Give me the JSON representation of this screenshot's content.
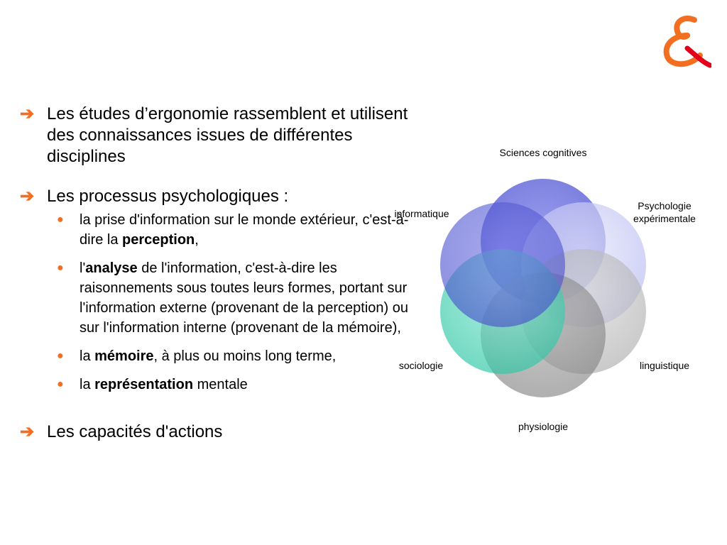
{
  "bullets": [
    {
      "text": "Les études d’ergonomie rassemblent et utilisent des connaissances issues de différentes disciplines"
    },
    {
      "text": "Les processus psychologiques :"
    },
    {
      "text": "Les capacités d'actions"
    }
  ],
  "sub_items": [
    {
      "pre": "la prise d'information sur le monde extérieur, c'est-à-dire la ",
      "bold": "perception",
      "post": ","
    },
    {
      "pre": "l'",
      "bold": "analyse",
      "post": " de l'information, c'est-à-dire les raisonnements sous toutes leurs formes, portant sur l'information externe (provenant de la perception) ou sur l'information interne (provenant de la mémoire),"
    },
    {
      "pre": "la ",
      "bold": "mémoire",
      "post": ", à plus ou moins long terme,"
    },
    {
      "pre": "la ",
      "bold": "représentation",
      "post": " mentale"
    }
  ],
  "diagram": {
    "labels": {
      "top": "Sciences cognitives",
      "top_right_1": "Psychologie",
      "top_right_2": "expérimentale",
      "bottom_right": "linguistique",
      "bottom": "physiologie",
      "bottom_left": "sociologie",
      "top_left": "informatique"
    },
    "circle_colors": [
      "#5A5FD8",
      "#C8CAF5",
      "#BDBDBD",
      "#8F8F8F",
      "#3CD2B0",
      "#5A5FD8"
    ]
  },
  "colors": {
    "accent": "#F26F21",
    "logo_red": "#E2001A"
  }
}
